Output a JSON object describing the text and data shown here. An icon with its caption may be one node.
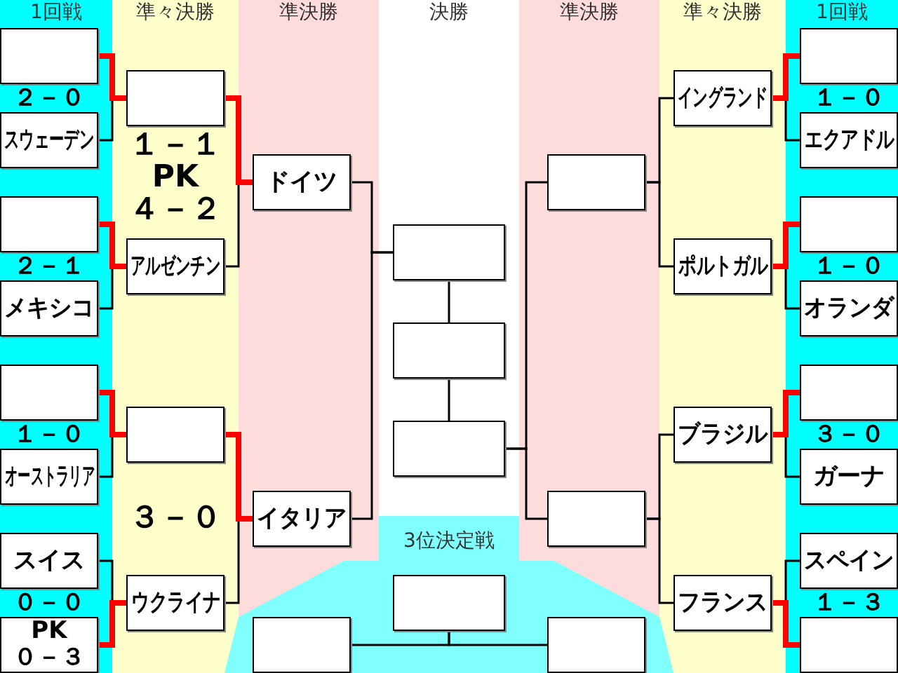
{
  "diagram": {
    "nodes": [
      {
        "text": [],
        "shape": "box"
      },
      {
        "text": [
          "スウェーデン"
        ]
      },
      {
        "text": [],
        "shape": "box"
      },
      {
        "text": [
          "メキシコ"
        ]
      },
      {
        "text": [],
        "shape": "box"
      },
      {
        "text": [
          "オーストラリア"
        ]
      },
      {
        "text": [
          "スイス"
        ]
      },
      {
        "text": [
          "PK ０－３"
        ]
      },
      {
        "text": [],
        "shape": "box"
      },
      {
        "text": [
          "アルゼンチン"
        ]
      },
      {
        "text": [],
        "shape": "box"
      },
      {
        "text": [
          "ウクライナ"
        ]
      },
      {
        "text": [
          "ドイツ"
        ]
      },
      {
        "text": [
          "イタリア"
        ]
      },
      {
        "text": [],
        "shape": "box"
      },
      {
        "text": [],
        "shape": "box"
      },
      {
        "text": [],
        "shape": "box"
      },
      {
        "text": [],
        "shape": "box"
      },
      {
        "text": [],
        "shape": "box"
      },
      {
        "text": [
          "イングランド"
        ]
      },
      {
        "text": [
          "ポルトガル"
        ]
      },
      {
        "text": [
          "ブラジル"
        ]
      },
      {
        "text": [
          "フランス"
        ]
      },
      {
        "text": [],
        "shape": "box"
      },
      {
        "text": [
          "エクアドル"
        ]
      },
      {
        "text": [],
        "shape": "box"
      },
      {
        "text": [
          "オランダ"
        ]
      },
      {
        "text": [],
        "shape": "box"
      },
      {
        "text": [
          "ガーナ"
        ]
      },
      {
        "text": [
          "スペイン"
        ]
      },
      {
        "text": [],
        "shape": "box"
      },
      {
        "text": [],
        "shape": "box"
      },
      {
        "text": [],
        "shape": "box"
      },
      {
        "text": [],
        "shape": "box"
      }
    ],
    "edges": [
      {
        "from": 0,
        "to": 8,
        "arrow": "none",
        "style": "thick",
        "color": "#ff0000"
      },
      {
        "from": 1,
        "to": 8,
        "arrow": "none"
      },
      {
        "from": 2,
        "to": 9,
        "arrow": "none",
        "style": "thick",
        "color": "#ff0000"
      },
      {
        "from": 3,
        "to": 9,
        "arrow": "none"
      },
      {
        "from": 4,
        "to": 10,
        "arrow": "none",
        "style": "thick",
        "color": "#ff0000"
      },
      {
        "from": 5,
        "to": 10,
        "arrow": "none"
      },
      {
        "from": 6,
        "to": 11,
        "arrow": "none"
      },
      {
        "from": 7,
        "to": 11,
        "arrow": "none",
        "style": "thick",
        "color": "#ff0000"
      },
      {
        "from": 8,
        "to": 12,
        "arrow": "none",
        "style": "thick",
        "color": "#ff0000"
      },
      {
        "from": 9,
        "to": 12,
        "arrow": "none"
      },
      {
        "from": 10,
        "to": 13,
        "arrow": "none",
        "style": "thick",
        "color": "#ff0000"
      },
      {
        "from": 11,
        "to": 13,
        "arrow": "none"
      },
      {
        "from": 12,
        "to": 14,
        "arrow": "none"
      },
      {
        "from": 13,
        "to": 14,
        "arrow": "none"
      },
      {
        "from": 14,
        "to": 15,
        "arrow": "none"
      },
      {
        "from": 16,
        "to": 15,
        "arrow": "none"
      },
      {
        "from": 17,
        "to": 16,
        "arrow": "none"
      },
      {
        "from": 18,
        "to": 16,
        "arrow": "none"
      },
      {
        "from": 19,
        "to": 17,
        "arrow": "none"
      },
      {
        "from": 20,
        "to": 17,
        "arrow": "none"
      },
      {
        "from": 21,
        "to": 18,
        "arrow": "none"
      },
      {
        "from": 22,
        "to": 18,
        "arrow": "none"
      },
      {
        "from": 23,
        "to": 19,
        "arrow": "none",
        "style": "thick",
        "color": "#ff0000"
      },
      {
        "from": 24,
        "to": 19,
        "arrow": "none"
      },
      {
        "from": 25,
        "to": 20,
        "arrow": "none",
        "style": "thick",
        "color": "#ff0000"
      },
      {
        "from": 26,
        "to": 20,
        "arrow": "none"
      },
      {
        "from": 27,
        "to": 21,
        "arrow": "none",
        "style": "thick",
        "color": "#ff0000"
      },
      {
        "from": 28,
        "to": 21,
        "arrow": "none"
      },
      {
        "from": 29,
        "to": 22,
        "arrow": "none"
      },
      {
        "from": 30,
        "to": 22,
        "arrow": "none",
        "style": "thick",
        "color": "#ff0000"
      },
      {
        "from": 31,
        "to": 32,
        "arrow": "none"
      },
      {
        "from": 33,
        "to": 32,
        "arrow": "none"
      }
    ],
    "labels": [
      "1回戦",
      "準々決勝",
      "準決勝",
      "決勝",
      "準決勝",
      "準々決勝",
      "1回戦",
      "２－０",
      "１－０",
      "１－１ PK ４－２",
      "２－１",
      "１－０",
      "１－０",
      "３－０",
      "３－０",
      "3位決定戦",
      "０－０",
      "１－３"
    ]
  }
}
